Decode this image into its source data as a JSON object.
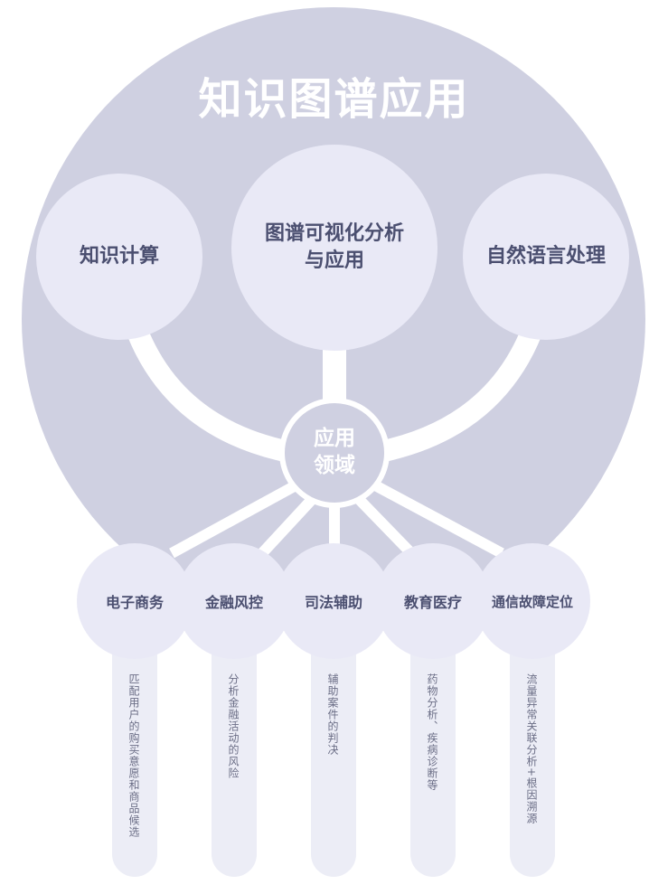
{
  "title": "知识图谱应用",
  "top_nodes": [
    "知识计算",
    "图谱可视化分析",
    "与应用",
    "自然语言处理"
  ],
  "hub": {
    "line1": "应用",
    "line2": "领域"
  },
  "domains": [
    {
      "label": "电子商务",
      "desc": "匹配用户的购买意愿和商品候选"
    },
    {
      "label": "金融风控",
      "desc": "分析金融活动的风险"
    },
    {
      "label": "司法辅助",
      "desc": "辅助案件的判决"
    },
    {
      "label": "教育医疗",
      "desc": "药物分析、疾病诊断等"
    },
    {
      "label": "通信故障定位",
      "desc": "流量异常关联分析+根因溯源"
    }
  ],
  "colors": {
    "background_circle": "#cfd0e1",
    "node_fill": "#e9e9f6",
    "text_dark": "#4b4f70",
    "strip": "#ecedf6"
  }
}
